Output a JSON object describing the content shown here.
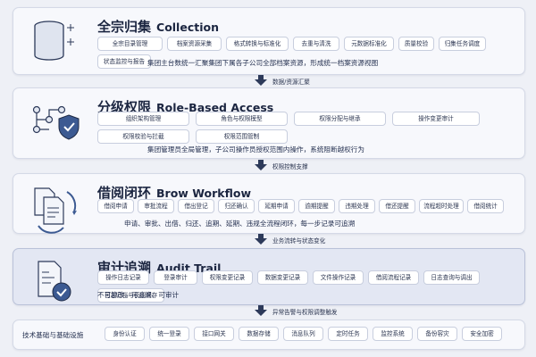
{
  "sections": [
    {
      "title_zh": "全宗归集",
      "title_en": "Collection",
      "icon": "database-icon",
      "tags": [
        "全宗目录管理",
        "档案资源采集",
        "格式转换与标准化",
        "去重与清洗",
        "元数据标准化",
        "质量校验",
        "归集任务调度",
        "状态监控与报告"
      ],
      "desc": "集团主台数统一汇聚集团下属各子公司全部档案资源，形成统一档案资源视图"
    },
    {
      "title_zh": "分级权限",
      "title_en": "Role-Based Access",
      "icon": "permission-network-shield-icon",
      "tags": [
        "组织架构管理",
        "角色与权限模型",
        "权限分配与继承",
        "操作变更审计",
        "权限校验与拦截",
        "权限范围管制"
      ],
      "desc": "集团管理员全局管理，子公司操作员授权范围内操作，系统阻断越权行为"
    },
    {
      "title_zh": "借阅闭环",
      "title_en": "Brow Workflow",
      "icon": "document-cycle-icon",
      "tags": [
        "借阅申请",
        "审批流程",
        "借出登记",
        "归还确认",
        "延期申请",
        "逾期提醒",
        "违期处理",
        "借还提醒",
        "流程超时处理",
        "借阅统计"
      ],
      "desc": "申请、审批、出借、归还、追期、延期、违规全流程闭环，每一步记录可追溯"
    },
    {
      "title_zh": "审计追溯",
      "title_en": "Audit Trail",
      "icon": "audit-document-icon",
      "tags": [
        "操作日志记录",
        "登录审计",
        "权限变更记录",
        "数据变更记录",
        "文件操作记录",
        "借阅流程记录",
        "日志查询与调出",
        "日志归档与长期保存"
      ],
      "desc": "不可篡改、可追溯、可审计"
    }
  ],
  "arrows": [
    "数据/资源汇聚",
    "权限控制支撑",
    "业务流转与状态变化",
    "异常告警与权限调整触发"
  ],
  "bottom": {
    "label": "技术基础与基础设施",
    "tags": [
      "身份认证",
      "统一登录",
      "接口网关",
      "数据存储",
      "消息队列",
      "定时任务",
      "监控系统",
      "备份容灾",
      "安全加密"
    ]
  }
}
